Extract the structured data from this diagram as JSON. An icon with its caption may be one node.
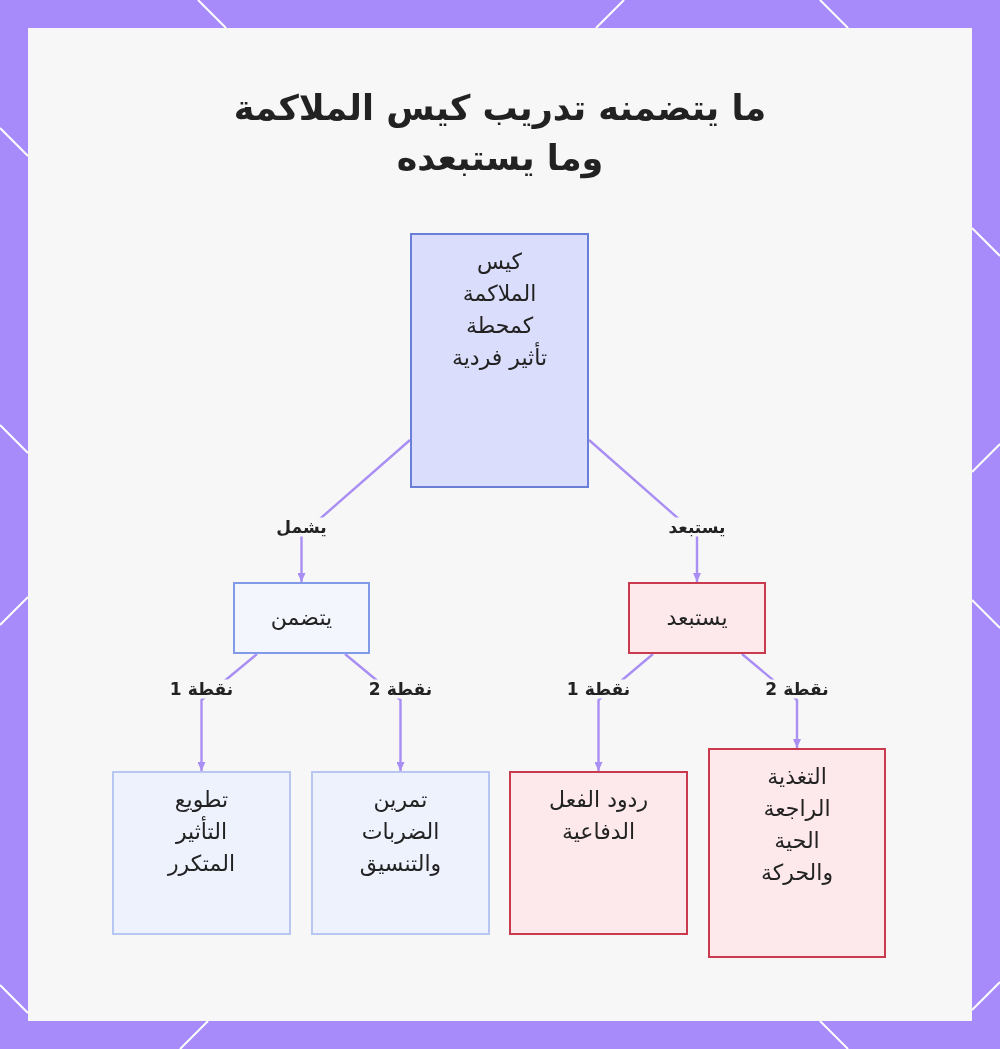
{
  "diagram": {
    "title": "ما يتضمنه تدريب كيس الملاكمة وما يستبعده",
    "nodes": [
      {
        "text": [
          "كيس الملاكمة كمحطة تأثير فردية"
        ]
      },
      {
        "text": [
          "يتضمن"
        ]
      },
      {
        "text": [
          "يستبعد"
        ]
      },
      {
        "text": [
          "تطويع التأثير المتكرر"
        ]
      },
      {
        "text": [
          "تمرين الضربات والتنسيق"
        ]
      },
      {
        "text": [
          "ردود الفعل الدفاعية"
        ]
      },
      {
        "text": [
          "التغذية الراجعة الحية والحركة"
        ]
      }
    ],
    "edges": [
      {
        "from": 0,
        "to": 1,
        "arrow": "to",
        "label": "يشمل"
      },
      {
        "from": 0,
        "to": 2,
        "arrow": "to",
        "label": "يستبعد"
      },
      {
        "from": 1,
        "to": 3,
        "arrow": "to",
        "label": "نقطة 1"
      },
      {
        "from": 1,
        "to": 4,
        "arrow": "to",
        "label": "نقطة 2"
      },
      {
        "from": 2,
        "to": 5,
        "arrow": "to",
        "label": "نقطة 1"
      },
      {
        "from": 2,
        "to": 6,
        "arrow": "to",
        "label": "نقطة 2"
      }
    ]
  }
}
